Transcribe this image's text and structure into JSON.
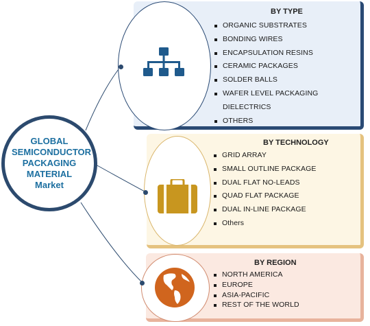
{
  "center": {
    "title": "GLOBAL\nSEMICONDUCTOR\nPACKAGING\nMATERIAL\nMarket"
  },
  "categories": [
    {
      "heading": "BY TYPE",
      "icon": "hierarchy-icon",
      "color": "#2a4a74",
      "items": [
        "ORGANIC SUBSTRATES",
        "BONDING WIRES",
        "ENCAPSULATION RESINS",
        "CERAMIC PACKAGES",
        "SOLDER BALLS",
        "WAFER LEVEL PACKAGING",
        "DIELECTRICS",
        "OTHERS"
      ]
    },
    {
      "heading": "BY TECHNOLOGY",
      "icon": "briefcase-icon",
      "color": "#d9a532",
      "items": [
        "GRID ARRAY",
        "SMALL OUTLINE PACKAGE",
        "DUAL FLAT NO-LEADS",
        "QUAD FLAT PACKAGE",
        "DUAL IN-LINE PACKAGE",
        "Others"
      ]
    },
    {
      "heading": "BY REGION",
      "icon": "globe-icon",
      "color": "#d2691e",
      "items": [
        "NORTH AMERICA",
        "EUROPE",
        "ASIA-PACIFIC",
        "REST OF THE WORLD"
      ]
    }
  ]
}
